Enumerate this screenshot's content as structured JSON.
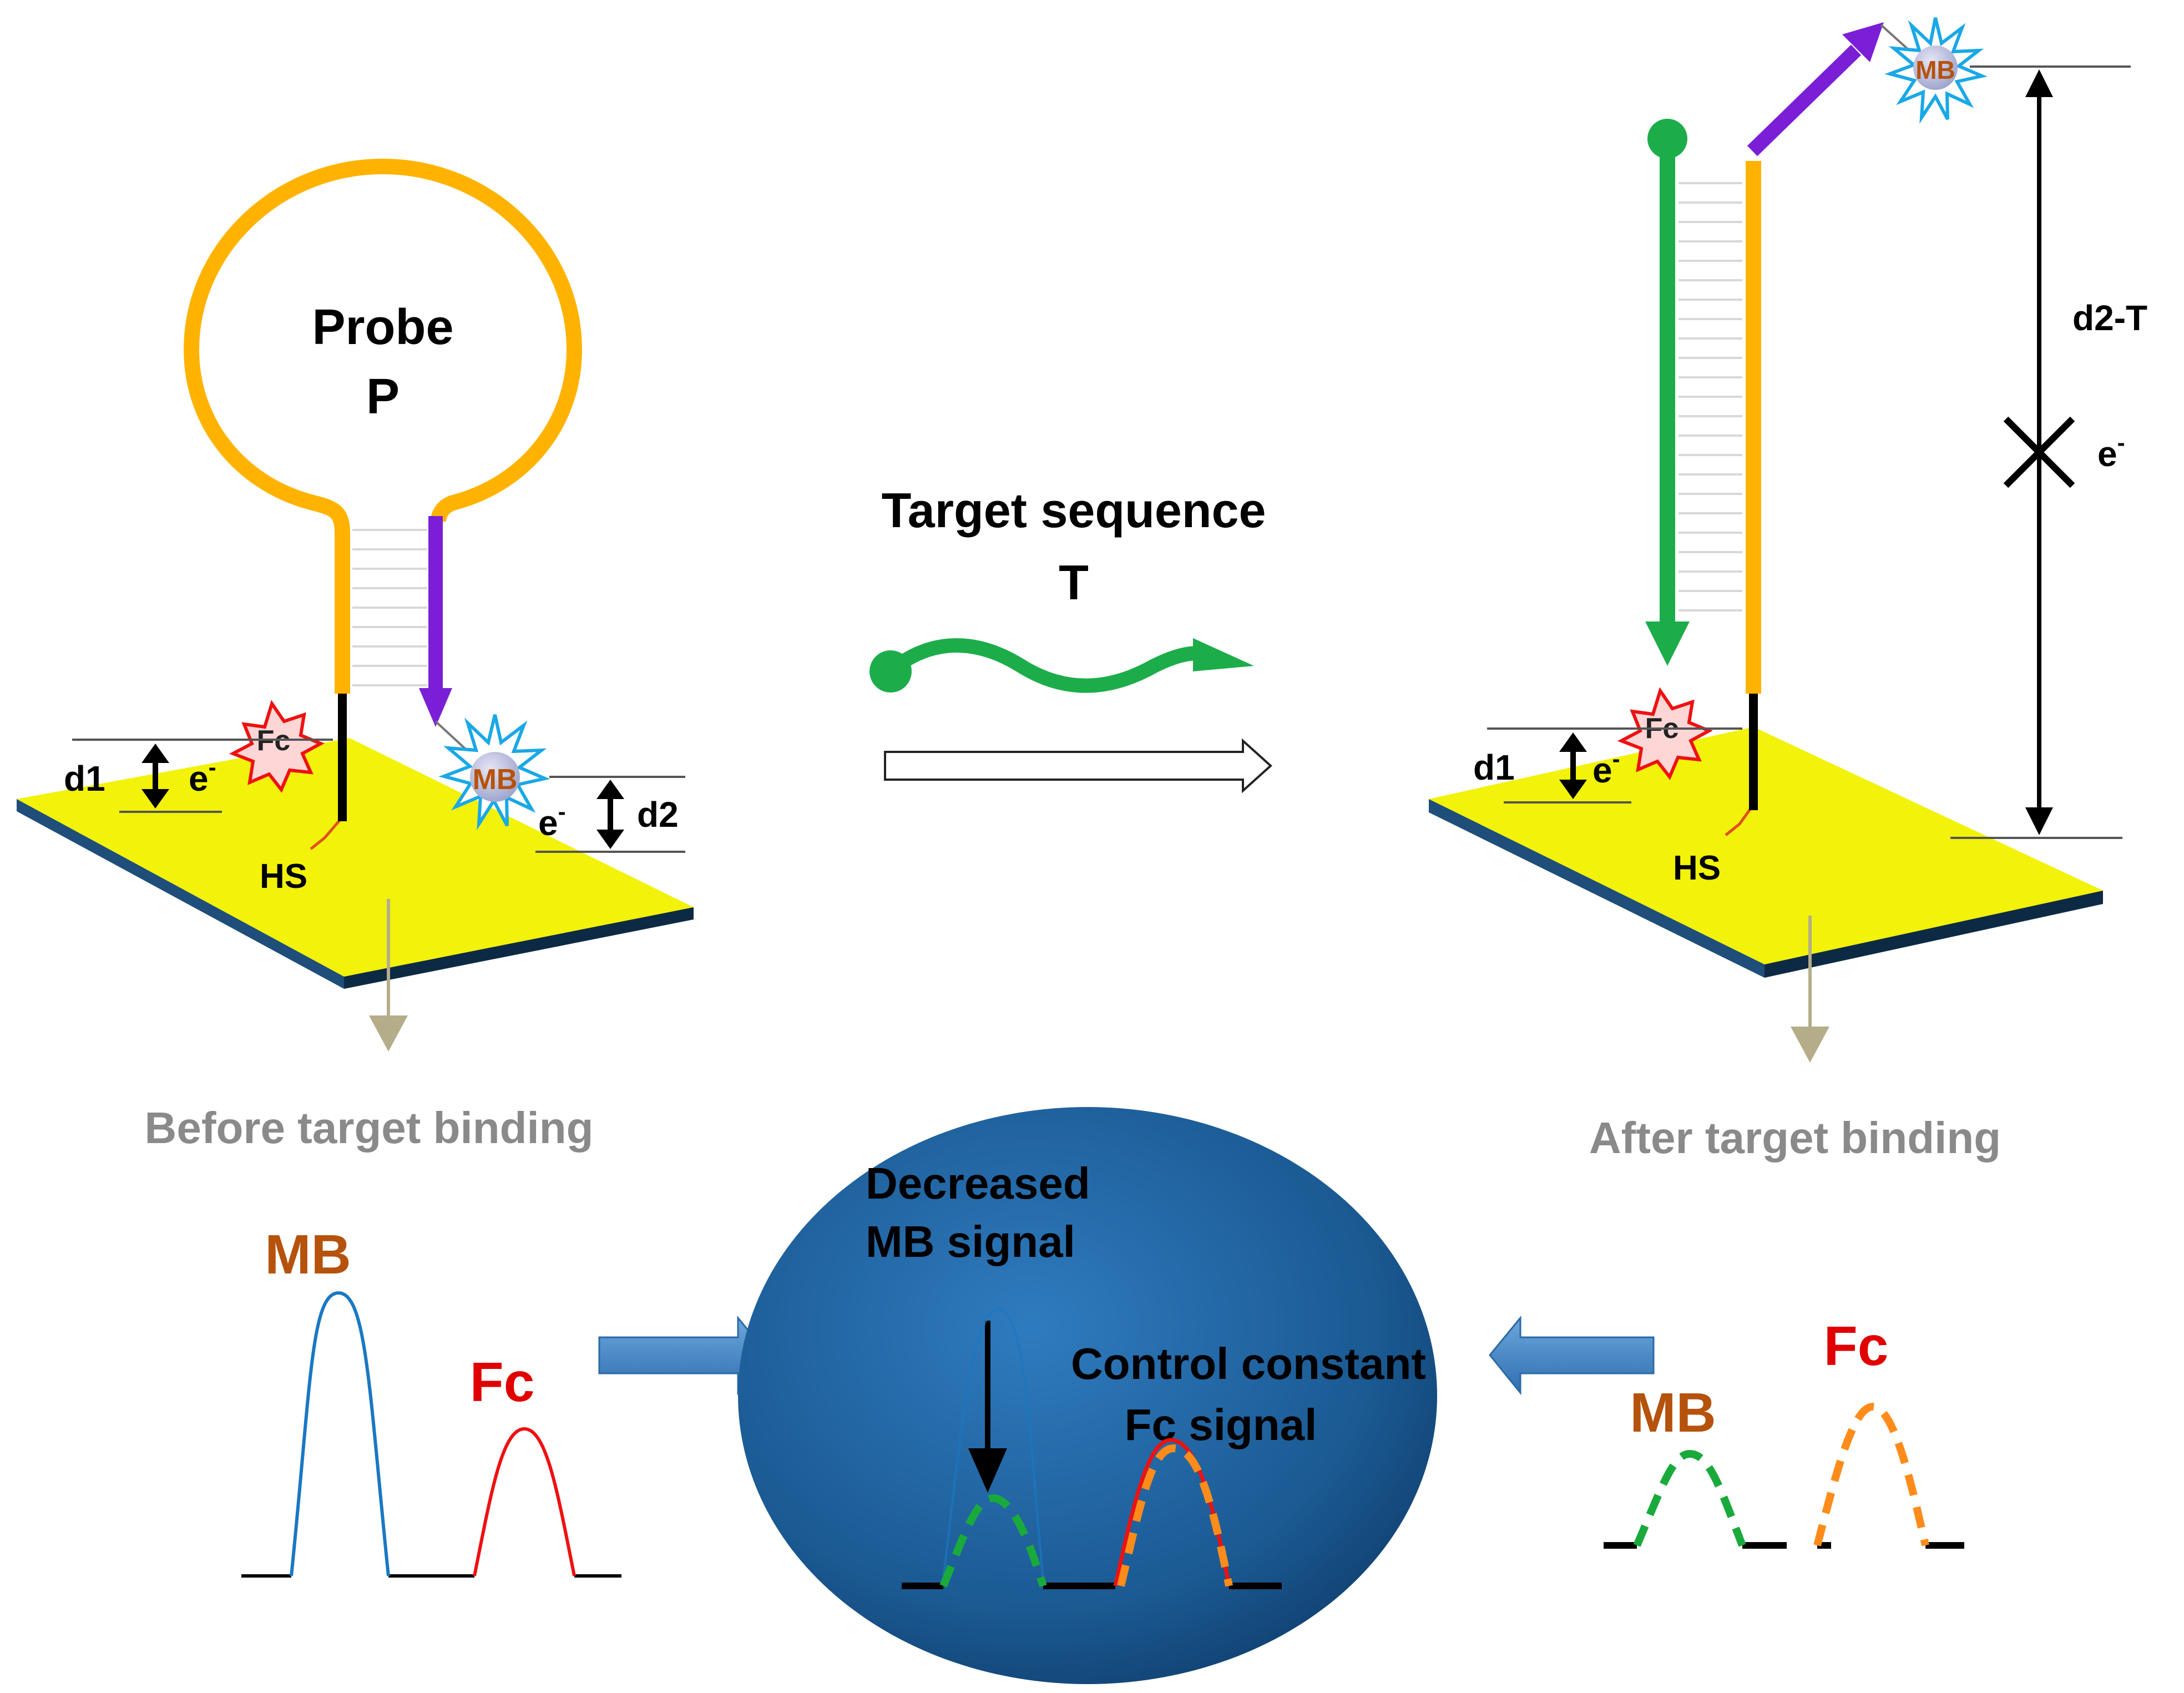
{
  "labels": {
    "probe_line1": "Probe",
    "probe_line2": "P",
    "target_line1": "Target sequence",
    "target_line2": "T",
    "before": "Before target binding",
    "after": "After target binding",
    "decreased_line1": "Decreased",
    "decreased_line2": "MB signal",
    "control_line1": "Control constant",
    "control_line2": "Fc signal",
    "d1": "d1",
    "d2": "d2",
    "d2_T": "d2-T",
    "e": "e",
    "minus": "-",
    "hs": "HS",
    "mb": "MB",
    "fc": "Fc"
  },
  "colors": {
    "gold_surface": "#f2f20a",
    "surface_edge": "#1e4e79",
    "probe_strand": "#ffb300",
    "mb_arm": "#7a1fd6",
    "target_strand": "#1cad4a",
    "mb_label": "#b5520c",
    "fc_label": "#e00000",
    "mb_peak": "#1a78c2",
    "fc_peak": "#ee1111",
    "dashed_green": "#1aaa3c",
    "dashed_orange": "#ff8c1a",
    "blue_ellipse": "#1d5d96",
    "grey_text": "#8a8a8a"
  }
}
